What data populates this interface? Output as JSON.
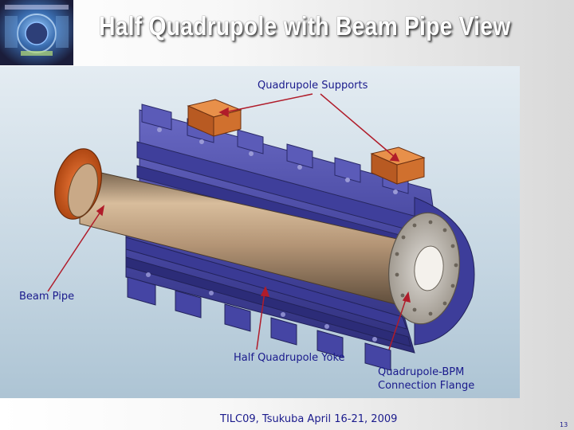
{
  "slide": {
    "title": "Half Quadrupole with Beam Pipe View",
    "footer": "TILC09, Tsukuba April 16-21, 2009",
    "page_number": "13"
  },
  "labels": {
    "quadrupole_supports": "Quadrupole Supports",
    "beam_pipe": "Beam Pipe",
    "half_yoke": "Half Quadrupole Yoke",
    "flange_line1": "Quadrupole-BPM",
    "flange_line2": "Connection Flange"
  },
  "colors": {
    "yoke": "#4a4aa6",
    "support": "#c96a2a",
    "pipe": "#a8896a",
    "flange_ring": "#d45a1e",
    "callout_arrow": "#b01c2a",
    "label_text": "#1a1a8c"
  }
}
